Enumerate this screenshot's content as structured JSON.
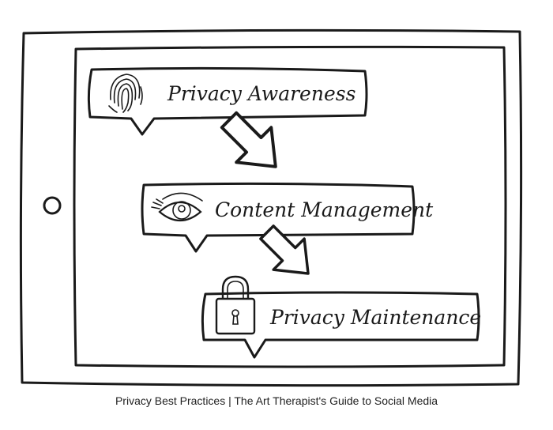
{
  "steps": [
    {
      "label": "Privacy Awareness",
      "icon": "fingerprint-icon"
    },
    {
      "label": "Content Management",
      "icon": "eye-icon"
    },
    {
      "label": "Privacy Maintenance",
      "icon": "padlock-icon"
    }
  ],
  "caption": "Privacy Best Practices | The Art Therapist's Guide to Social Media",
  "colors": {
    "ink": "#1a1a1a",
    "background": "#ffffff"
  }
}
